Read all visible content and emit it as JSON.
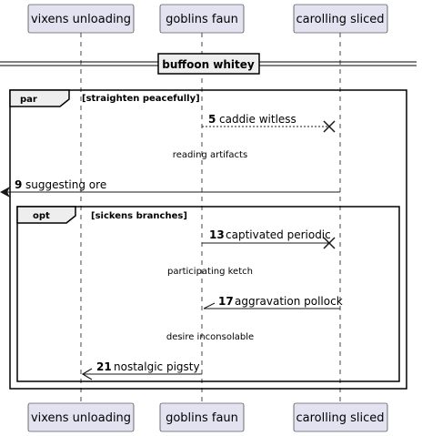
{
  "participants": [
    {
      "label": "vixens unloading"
    },
    {
      "label": "goblins faun"
    },
    {
      "label": "carolling sliced"
    }
  ],
  "divider": {
    "label": "buffoon whitey"
  },
  "par": {
    "keyword": "par",
    "guard": "[straighten peacefully]"
  },
  "opt": {
    "keyword": "opt",
    "guard": "[sickens branches]"
  },
  "messages": [
    {
      "num": "5",
      "text": "caddie witless"
    },
    {
      "num": "9",
      "text": "suggesting ore"
    },
    {
      "num": "13",
      "text": "captivated periodic"
    },
    {
      "num": "17",
      "text": "aggravation pollock"
    },
    {
      "num": "21",
      "text": "nostalgic pigsty"
    }
  ],
  "delays": [
    {
      "text": "reading artifacts"
    },
    {
      "text": "participating ketch"
    },
    {
      "text": "desire inconsolable"
    }
  ],
  "colors": {
    "participant_fill": "#E2E2F0",
    "participant_border": "#181818",
    "lifeline": "#181818",
    "frame_header_fill": "#EEEEEE"
  }
}
